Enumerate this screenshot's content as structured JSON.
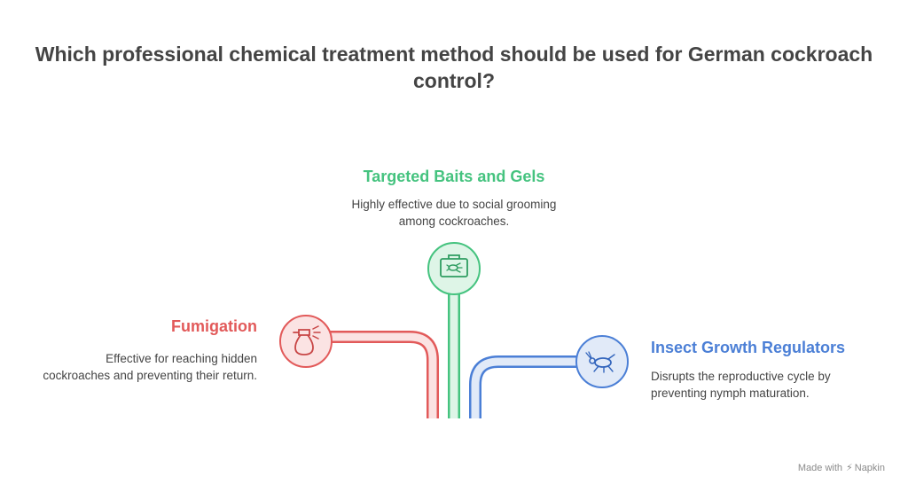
{
  "title": "Which professional chemical treatment method should be used for German cockroach control?",
  "colors": {
    "baits": "#45c37f",
    "fumigation": "#e25a5a",
    "igr": "#4b7fd6"
  },
  "options": {
    "baits": {
      "heading": "Targeted Baits and Gels",
      "description": "Highly effective due to social grooming among cockroaches.",
      "icon": "bait-station-icon"
    },
    "fumigation": {
      "heading": "Fumigation",
      "description": "Effective for reaching hidden cockroaches and preventing their return.",
      "icon": "spray-bottle-icon"
    },
    "igr": {
      "heading": "Insect Growth Regulators",
      "description": "Disrupts the reproductive cycle by preventing nymph maturation.",
      "icon": "cockroach-icon"
    }
  },
  "watermark": {
    "prefix": "Made with",
    "brand": "Napkin"
  }
}
